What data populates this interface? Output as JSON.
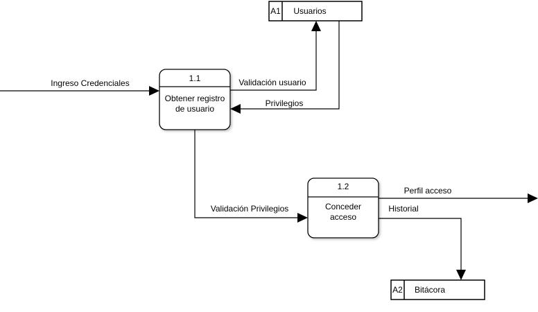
{
  "processes": [
    {
      "id": "1.1",
      "lines": [
        "Obtener registro",
        "de usuario"
      ]
    },
    {
      "id": "1.2",
      "lines": [
        "Conceder",
        "acceso"
      ]
    }
  ],
  "stores": [
    {
      "id": "A1",
      "name": "Usuarios"
    },
    {
      "id": "A2",
      "name": "Bitácora"
    }
  ],
  "flows": {
    "ingreso": "Ingreso Credenciales",
    "validacion_usuario": "Validación usuario",
    "privilegios": "Privilegios",
    "validacion_privilegios": "Validación Privilegios",
    "perfil": "Perfil acceso",
    "historial": "Historial"
  },
  "colors": {
    "stroke": "#000000",
    "fill": "#ffffff",
    "shadow": "#bdbdbd"
  }
}
